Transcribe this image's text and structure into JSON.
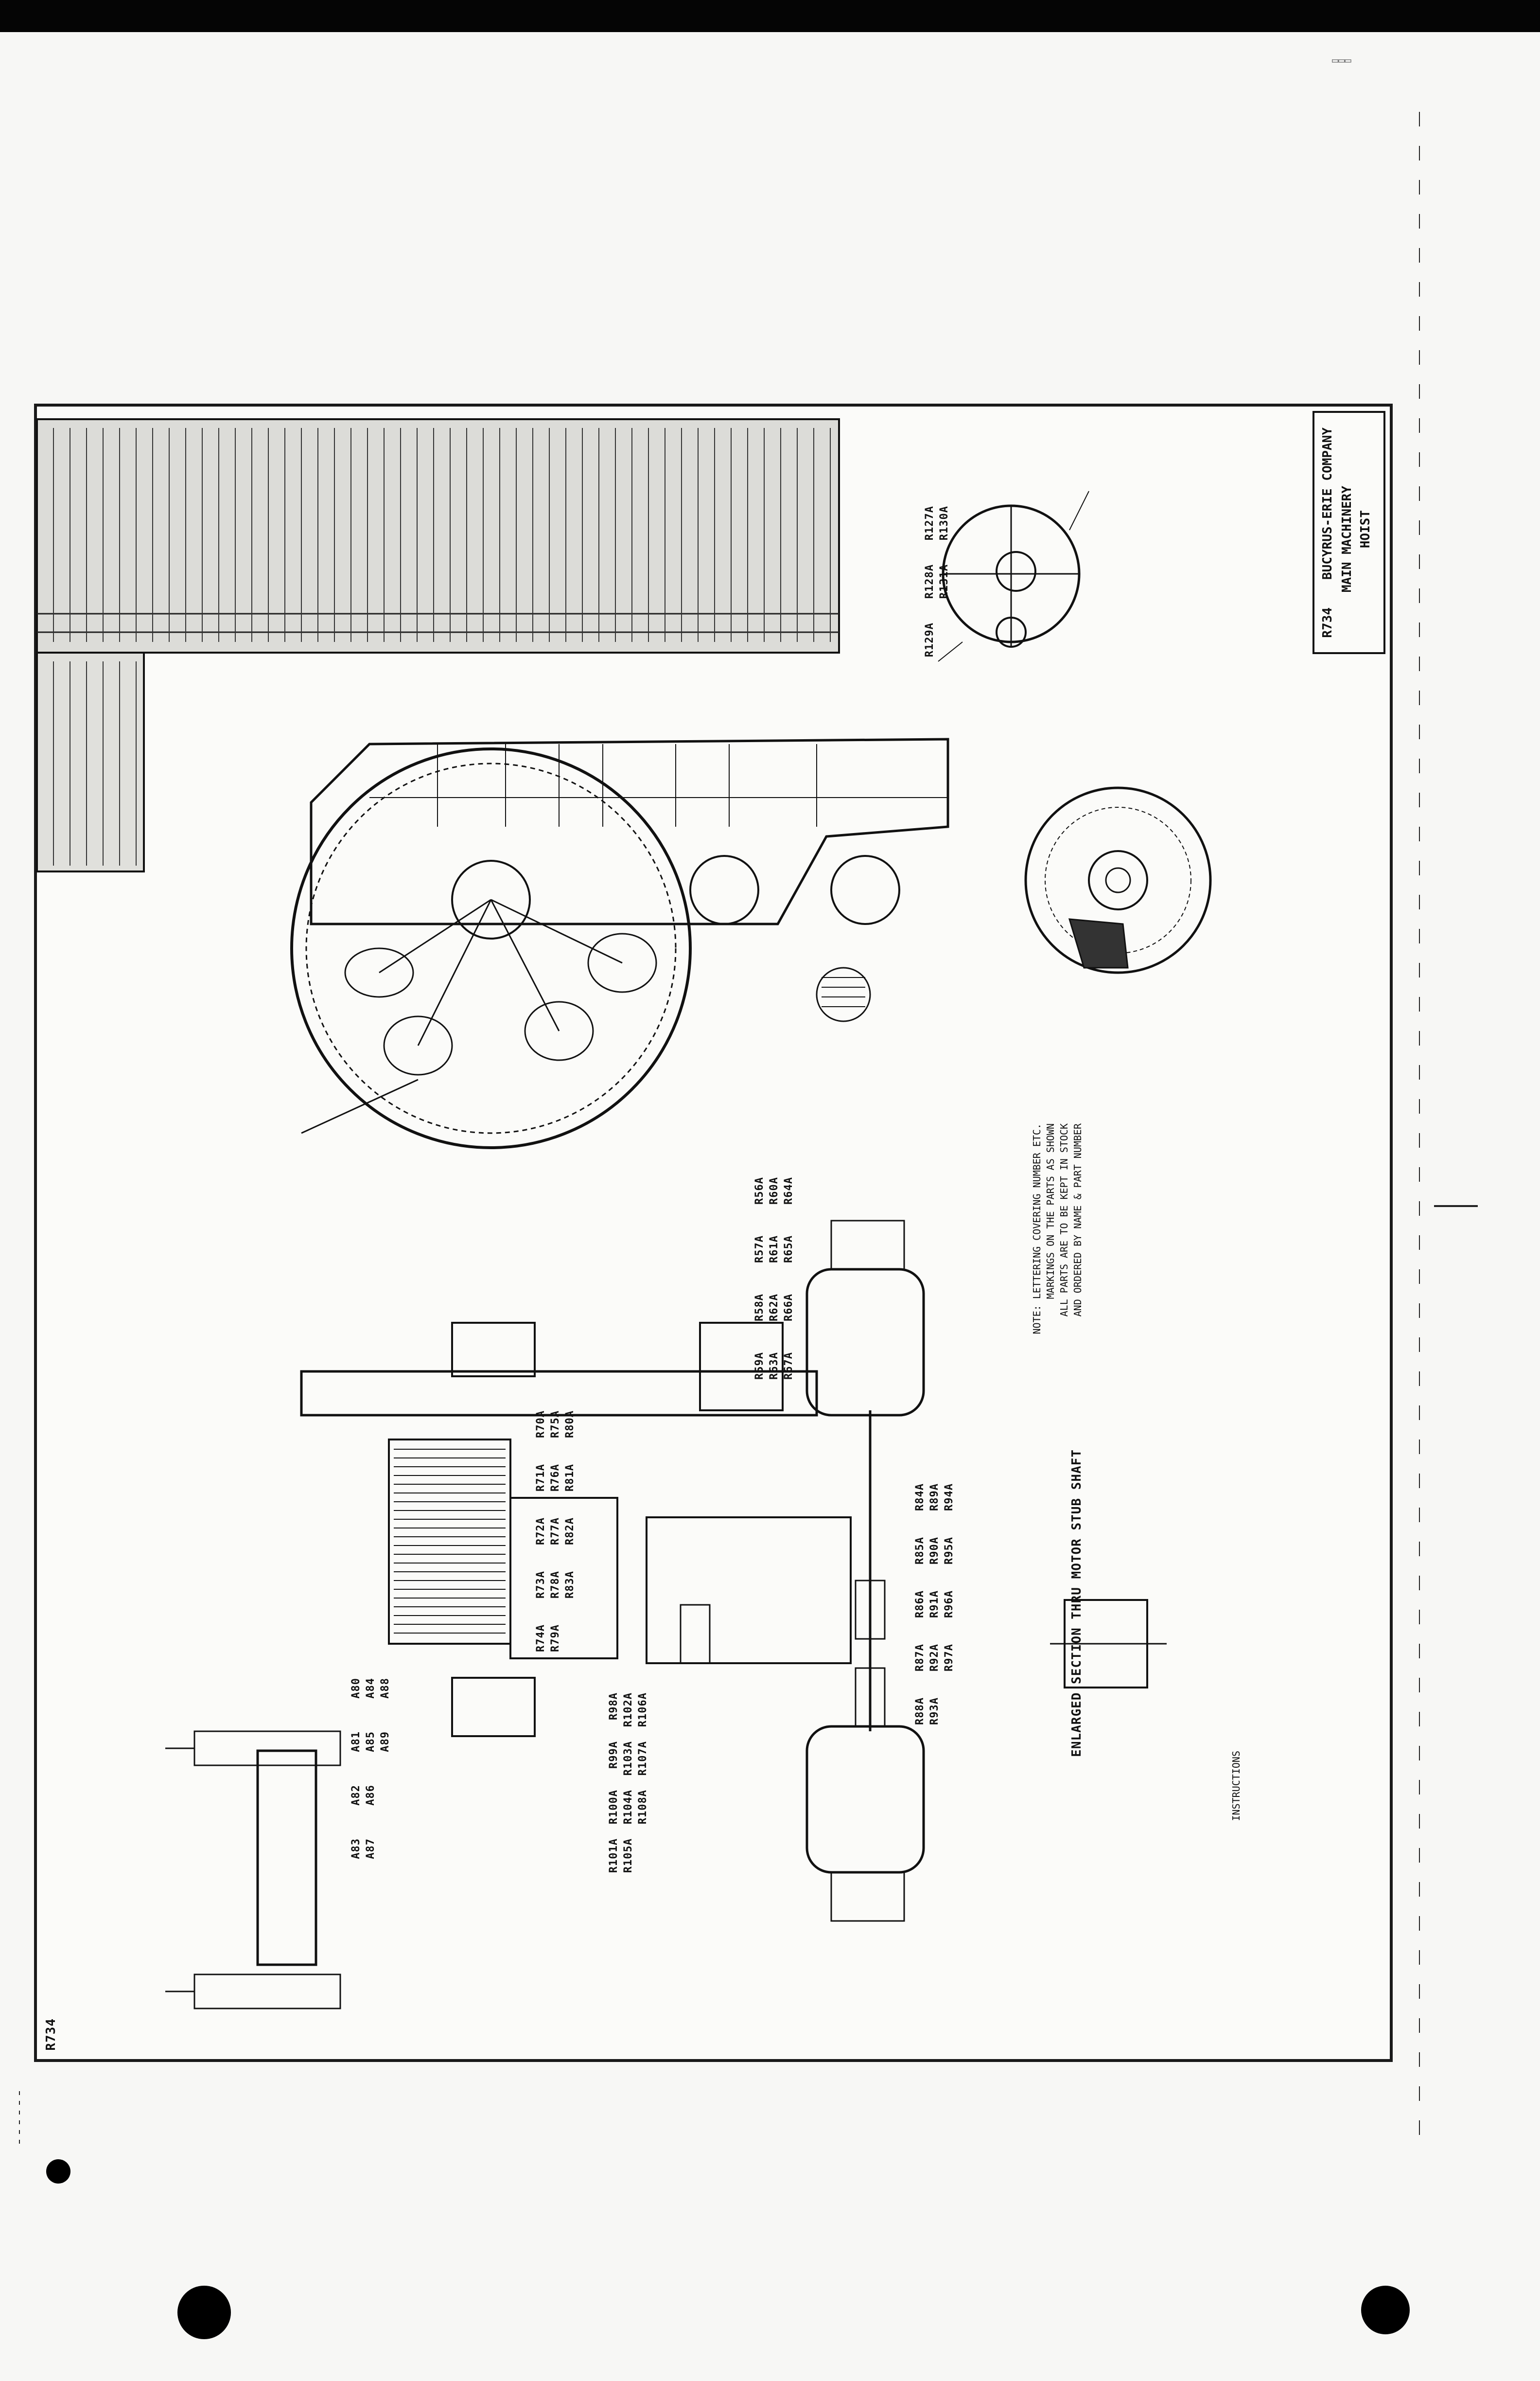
{
  "title_block": {
    "company": "BUCYRUS-ERIE COMPANY",
    "sheet": "R734",
    "title": "MAIN MACHINERY",
    "subtitle": "HOIST"
  },
  "sheet_tag": "R734",
  "section_caption": "ENLARGED SECTION THRU MOTOR STUB SHAFT",
  "notes_heading": "INSTRUCTIONS",
  "note_lines": [
    "NOTE: LETTERING COVERING NUMBER ETC.",
    "MARKINGS ON THE PARTS AS SHOWN",
    "ALL PARTS ARE TO BE KEPT IN STOCK",
    "AND ORDERED BY NAME & PART NUMBER"
  ],
  "part_labels": {
    "top_pulley": [
      "R127A",
      "R128A",
      "R129A",
      "R130A",
      "R131A"
    ],
    "drum": [
      "R56A",
      "R57A",
      "R58A",
      "R59A",
      "R60A",
      "R61A",
      "R62A",
      "R63A",
      "R64A",
      "R65A",
      "R66A",
      "R67A"
    ],
    "gear_section": [
      "R70A",
      "R71A",
      "R72A",
      "R73A",
      "R74A",
      "R75A",
      "R76A",
      "R77A",
      "R78A",
      "R79A",
      "R80A",
      "R81A",
      "R82A",
      "R83A"
    ],
    "motor_shaft": [
      "R84A",
      "R85A",
      "R86A",
      "R87A",
      "R88A",
      "R89A",
      "R90A",
      "R91A",
      "R92A",
      "R93A",
      "R94A",
      "R95A",
      "R96A",
      "R97A"
    ],
    "lower_shaft": [
      "R98A",
      "R99A",
      "R100A",
      "R101A",
      "R102A",
      "R103A",
      "R104A",
      "R105A",
      "R106A",
      "R107A",
      "R108A"
    ],
    "bottom_left": [
      "A80",
      "A81",
      "A82",
      "A83",
      "A84",
      "A85",
      "A86",
      "A87",
      "A88",
      "A89"
    ]
  },
  "colors": {
    "ink": "#111111",
    "paper": "#fbfbf9",
    "table_shade": "#d6d6d2"
  }
}
